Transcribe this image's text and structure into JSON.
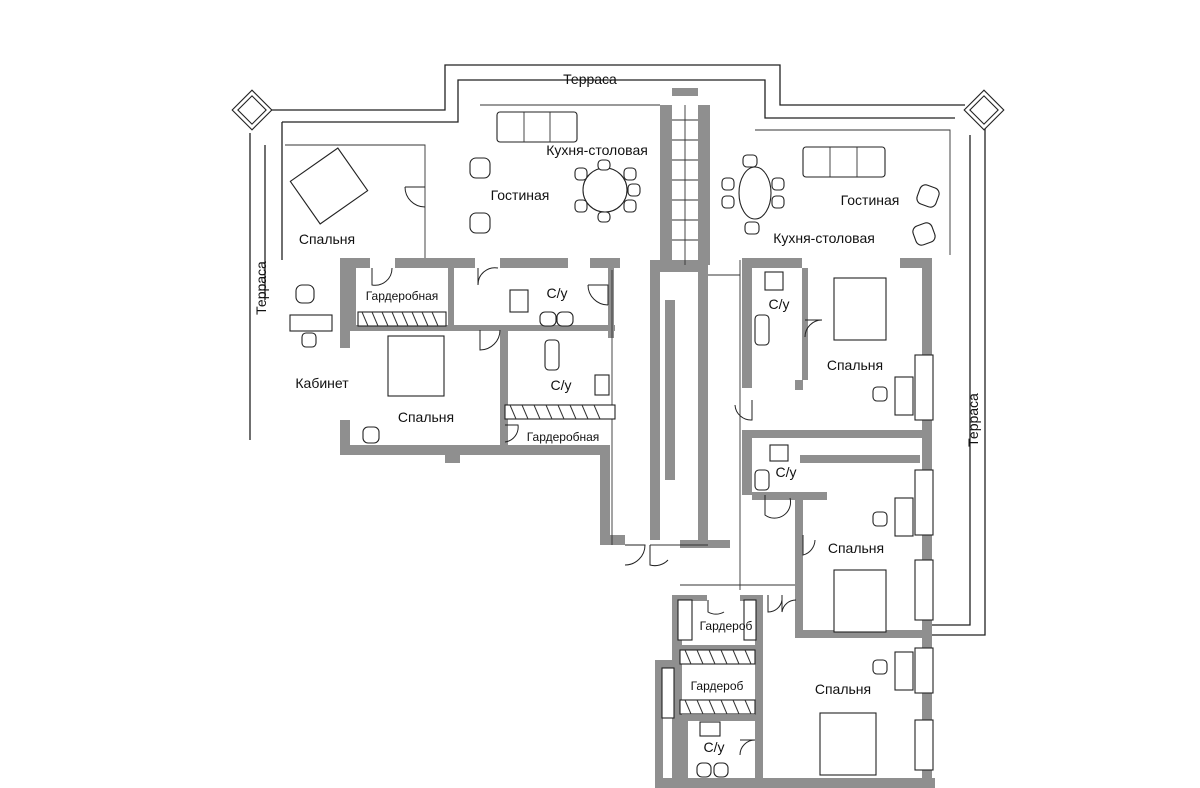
{
  "labels": {
    "terrace_top": "Терраса",
    "terrace_left": "Терраса",
    "terrace_right": "Терраса",
    "bedroom_tl": "Спальня",
    "living_left": "Гостиная",
    "kitchen_left": "Кухня-столовая",
    "kitchen_right": "Кухня-столовая",
    "living_right": "Гостиная",
    "wardrobe_left": "Гардеробная",
    "bath_left_top": "С/у",
    "bath_left_mid": "С/у",
    "study": "Кабинет",
    "bedroom_ml": "Спальня",
    "wardrobe_mid": "Гардеробная",
    "bath_right_top": "С/у",
    "bedroom_r1": "Спальня",
    "bath_right_mid": "С/у",
    "bedroom_r2": "Спальня",
    "wardrobe_b1": "Гардероб",
    "wardrobe_b2": "Гардероб",
    "bedroom_r3": "Спальня",
    "bath_bottom": "С/у"
  }
}
